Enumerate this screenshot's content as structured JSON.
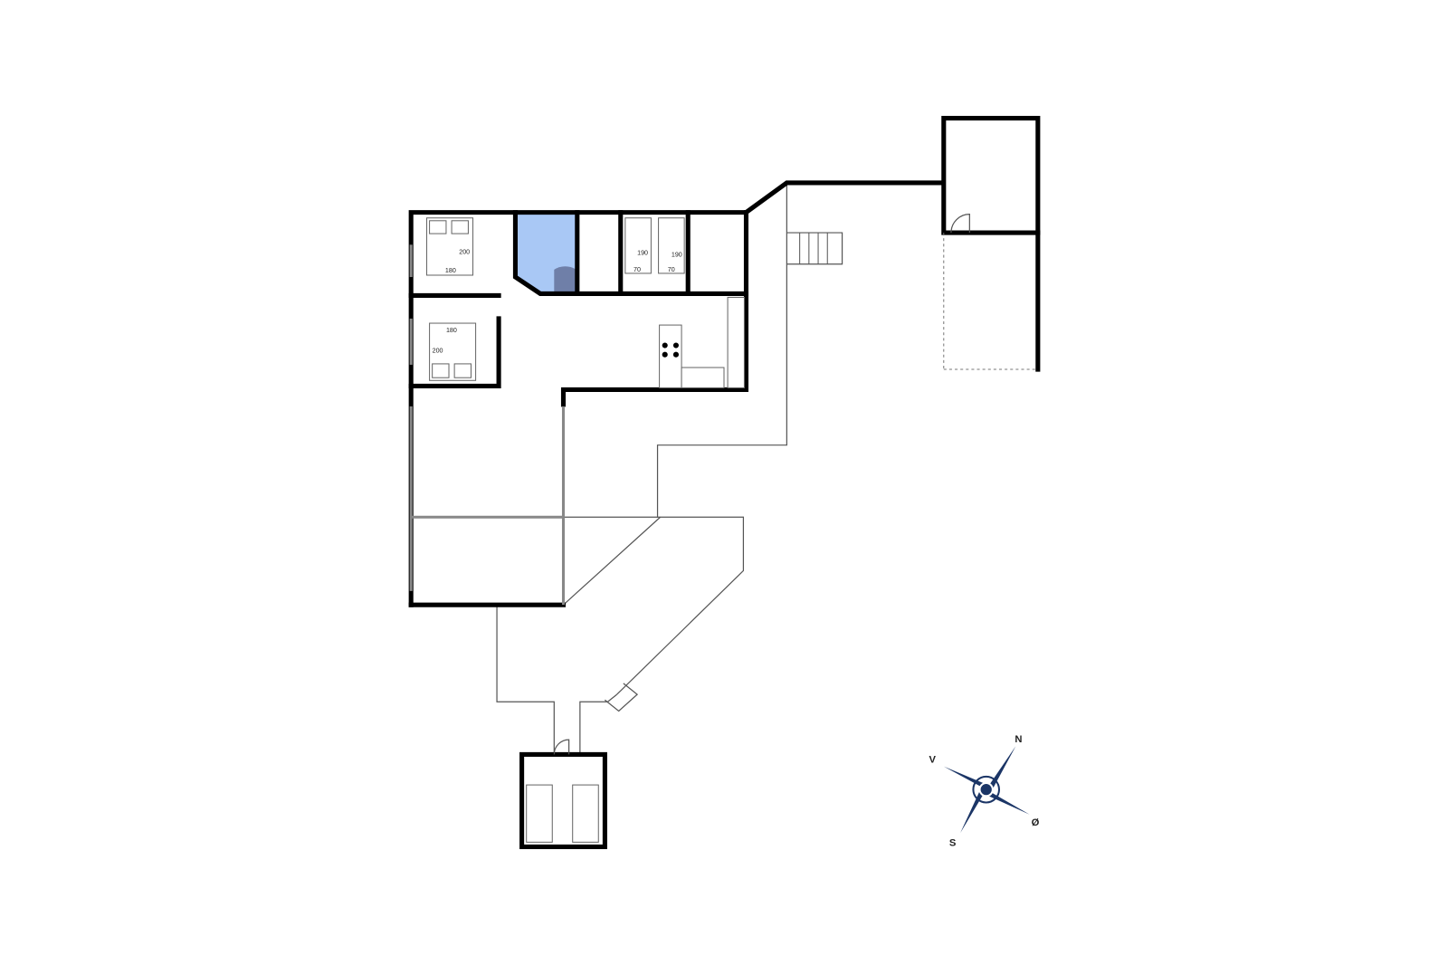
{
  "plan": {
    "beds": {
      "master_length": "200",
      "master_width": "180",
      "second_width": "180",
      "second_length": "200",
      "single1_length": "190",
      "single1_width": "70",
      "single2_length": "190",
      "single2_width": "70"
    },
    "colors": {
      "bathroom": "#a9c8f5",
      "shower": "#6f7fa8",
      "compass": "#1b3566"
    }
  },
  "compass": {
    "north": "N",
    "east": "Ø",
    "south": "S",
    "west": "V"
  }
}
